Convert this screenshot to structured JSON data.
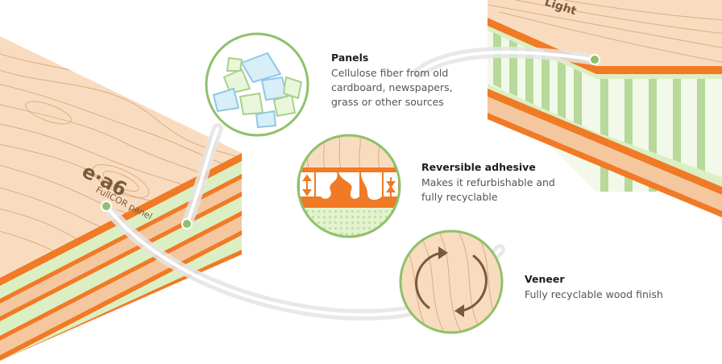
{
  "colors": {
    "wood_light": "#f9dcc0",
    "wood_mid": "#f4c79f",
    "wood_grain": "#d2a57c",
    "orange": "#f07a25",
    "green_light": "#dcefc2",
    "green_mid": "#a8d08a",
    "green_circle": "#8fc16a",
    "blue_fiber": "#8ec8e6"
  },
  "panel_left": {
    "brand_mark": "e·a6",
    "product_name": "FullCOR panel"
  },
  "panel_right": {
    "product_name": "Light"
  },
  "callouts": {
    "panels": {
      "title": "Panels",
      "description": "Cellulose fiber from old\ncardboard, newspapers,\ngrass or other sources"
    },
    "adhesive": {
      "title": "Reversible adhesive",
      "description": "Makes it refurbishable and\nfully recyclable"
    },
    "veneer": {
      "title": "Veneer",
      "description": "Fully recyclable wood finish"
    }
  },
  "icons": {
    "fiber": "fiber-flakes-icon",
    "adhesive": "adhesive-joint-icon",
    "recycle": "recycle-arrows-icon"
  }
}
